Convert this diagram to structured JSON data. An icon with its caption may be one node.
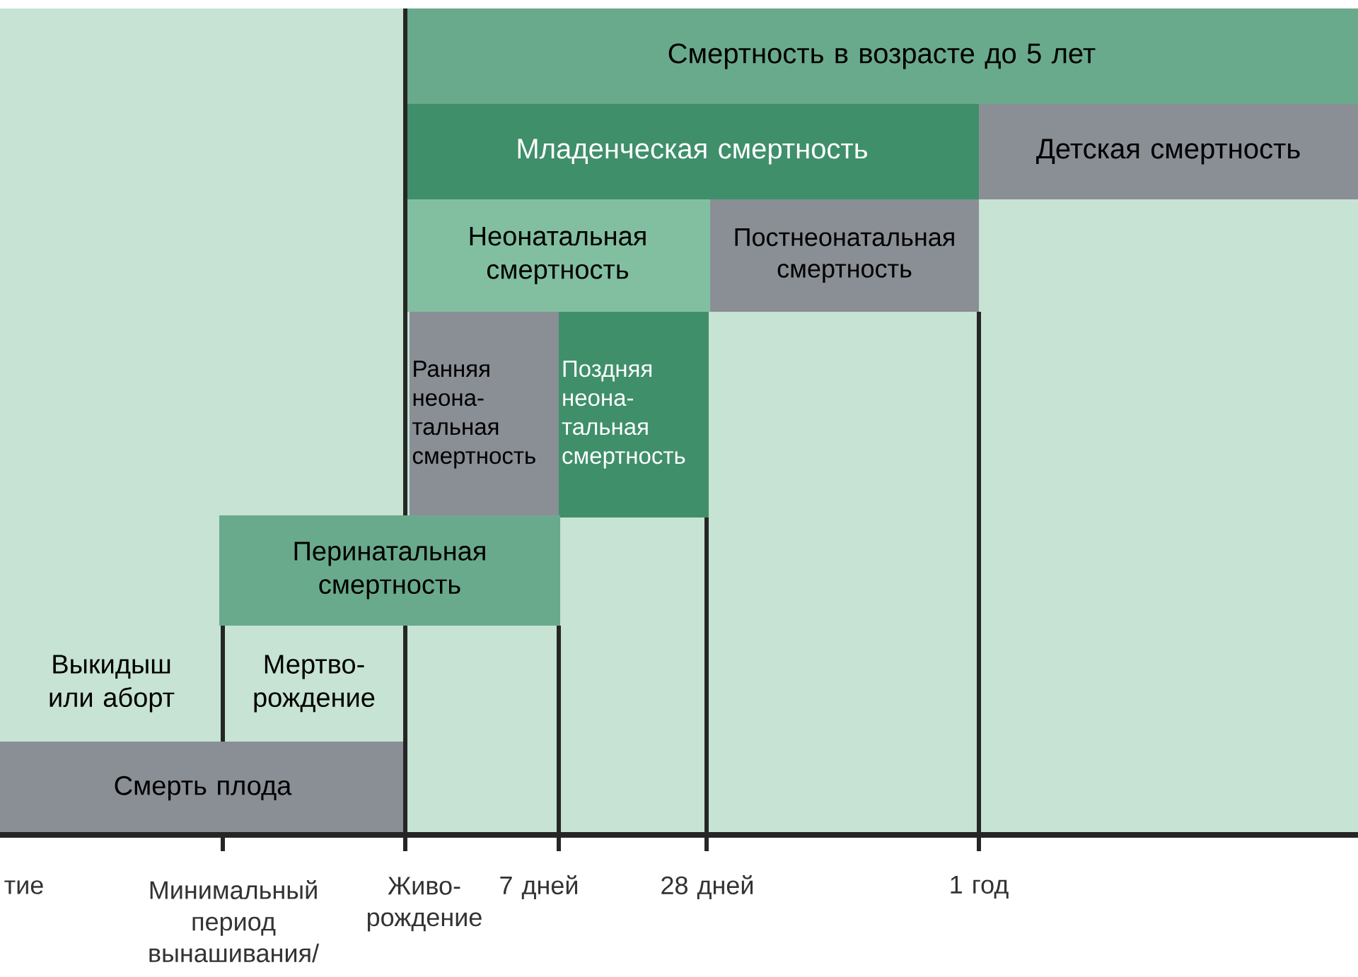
{
  "diagram": {
    "nodes": [
      {
        "text": [
          "Смертность в возрасте до 5 лет"
        ]
      },
      {
        "text": [
          "Младенческая смертность"
        ]
      },
      {
        "text": [
          "Детская смертность"
        ]
      },
      {
        "text": [
          "Неонатальная смертность"
        ]
      },
      {
        "text": [
          "Постнеонатальная смертность"
        ]
      },
      {
        "text": [
          "Ранняя неона- тальная смертность"
        ]
      },
      {
        "text": [
          "Поздняя неона- тальная смертность"
        ]
      },
      {
        "text": [
          "Перинатальная смертность"
        ]
      },
      {
        "text": [
          "Выкидыш или аборт"
        ]
      },
      {
        "text": [
          "Мертво- рождение"
        ]
      },
      {
        "text": [
          "Смерть плода"
        ]
      }
    ],
    "labels": [
      "тие",
      "Минимальный период вынашивания/",
      "Живо- рождение",
      "7 дней",
      "28 дней",
      "1 год"
    ]
  }
}
